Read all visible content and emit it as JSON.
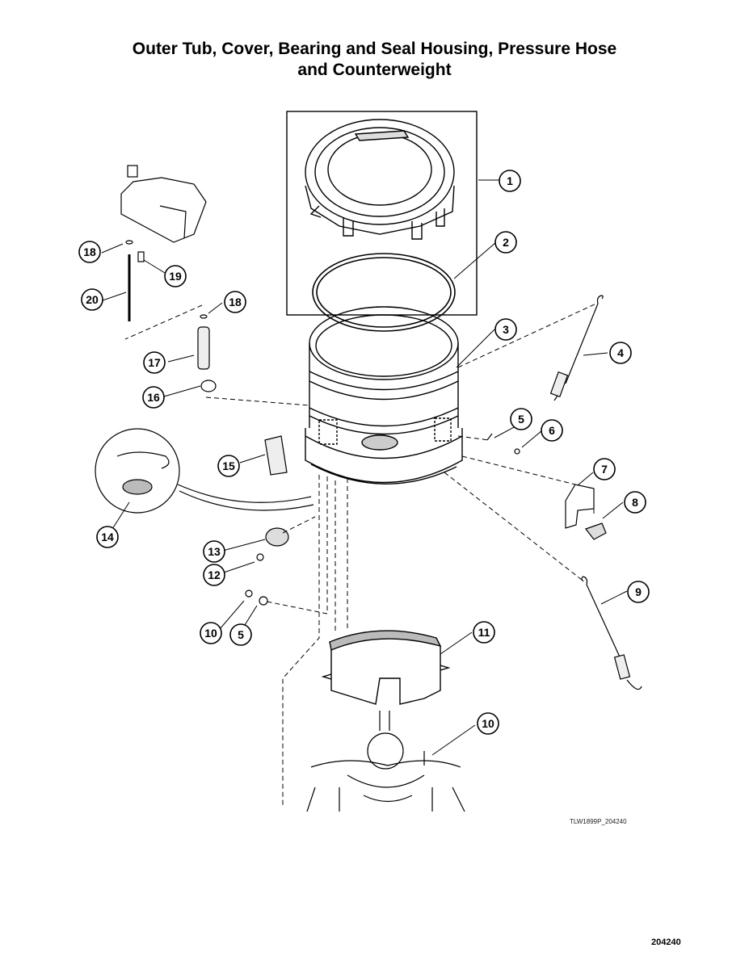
{
  "title": {
    "line1": "Outer Tub, Cover, Bearing and Seal Housing, Pressure Hose",
    "line2": "and Counterweight"
  },
  "callouts": [
    "1",
    "2",
    "3",
    "4",
    "5",
    "6",
    "7",
    "8",
    "9",
    "10",
    "11",
    "12",
    "13",
    "14",
    "15",
    "16",
    "17",
    "18",
    "19",
    "20"
  ],
  "drawing_code": "TLW1899P_204240",
  "page_number": "204240"
}
